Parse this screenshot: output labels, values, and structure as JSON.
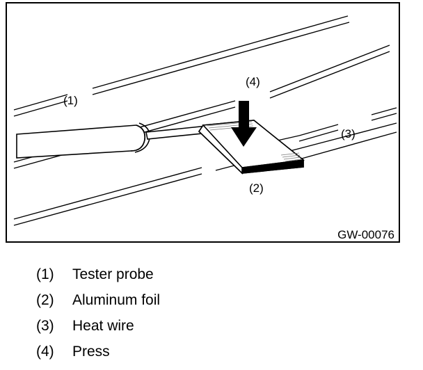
{
  "figure": {
    "code": "GW-00076",
    "callouts": {
      "c1": "(1)",
      "c2": "(2)",
      "c3": "(3)",
      "c4": "(4)"
    }
  },
  "legend": [
    {
      "num": "(1)",
      "label": "Tester probe"
    },
    {
      "num": "(2)",
      "label": "Aluminum foil"
    },
    {
      "num": "(3)",
      "label": "Heat wire"
    },
    {
      "num": "(4)",
      "label": "Press"
    }
  ]
}
